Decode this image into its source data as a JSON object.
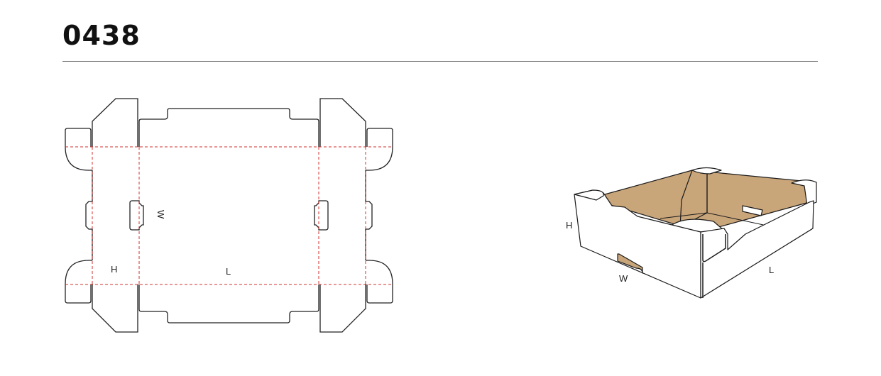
{
  "title": "0438",
  "dieline": {
    "labels": {
      "width": "W",
      "height": "H",
      "length": "L"
    },
    "colors": {
      "cut": "#222222",
      "crease": "#d0312d"
    }
  },
  "box3d": {
    "labels": {
      "width": "W",
      "height": "H",
      "length": "L"
    },
    "colors": {
      "kraft": "#c9a57a",
      "board": "#ffffff",
      "edge": "#1a1a1a"
    }
  }
}
